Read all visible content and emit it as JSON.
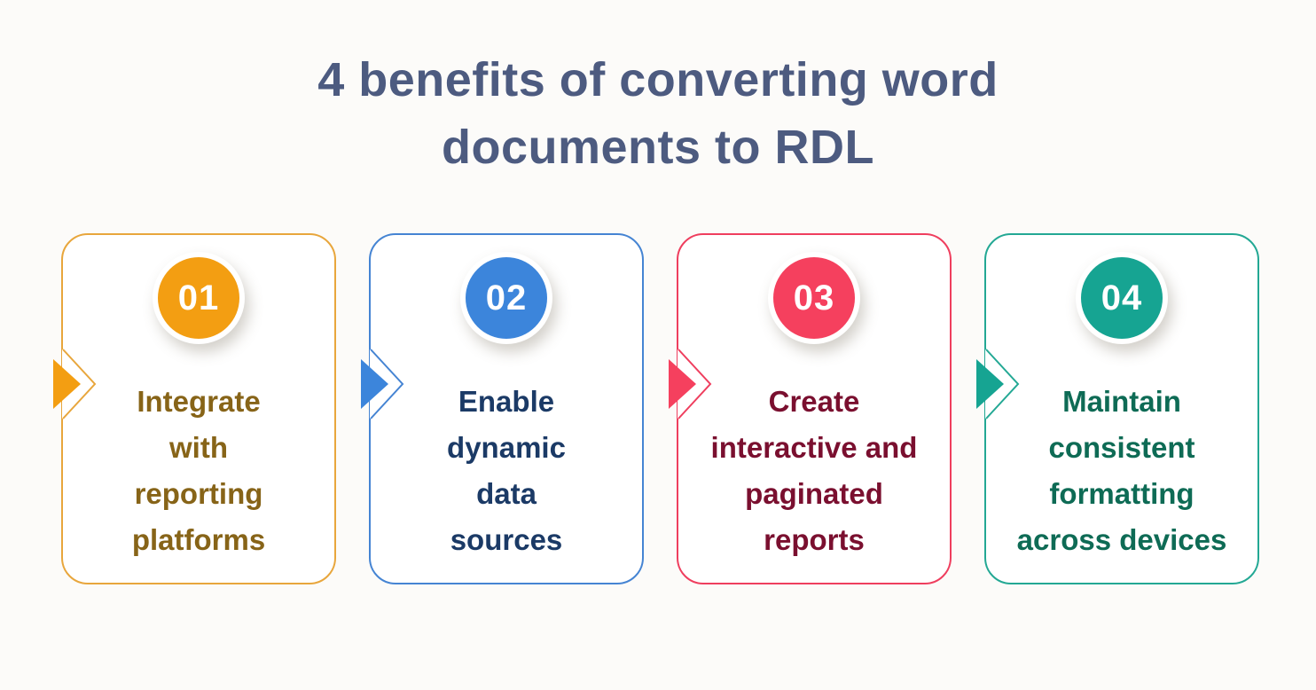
{
  "title": "4 benefits of converting word\ndocuments to RDL",
  "title_color": "#4D5B80",
  "background_color": "#FCFBF9",
  "cards": [
    {
      "number": "01",
      "label": "Integrate\nwith\nreporting\nplatforms",
      "border_color": "#E8A63C",
      "circle_color": "#F39E12",
      "text_color": "#876418",
      "arrow_icon": "chevron-right-arrow"
    },
    {
      "number": "02",
      "label": "Enable\ndynamic\ndata\nsources",
      "border_color": "#4584D3",
      "circle_color": "#3C85DB",
      "text_color": "#1B3A66",
      "arrow_icon": "chevron-right-arrow"
    },
    {
      "number": "03",
      "label": "Create\ninteractive and\npaginated\nreports",
      "border_color": "#EF3E5E",
      "circle_color": "#F5405E",
      "text_color": "#7A0F2F",
      "arrow_icon": "chevron-right-arrow"
    },
    {
      "number": "04",
      "label": "Maintain\nconsistent\nformatting\nacross devices",
      "border_color": "#23A894",
      "circle_color": "#16A492",
      "text_color": "#0E6B55",
      "arrow_icon": "chevron-right-arrow"
    }
  ]
}
